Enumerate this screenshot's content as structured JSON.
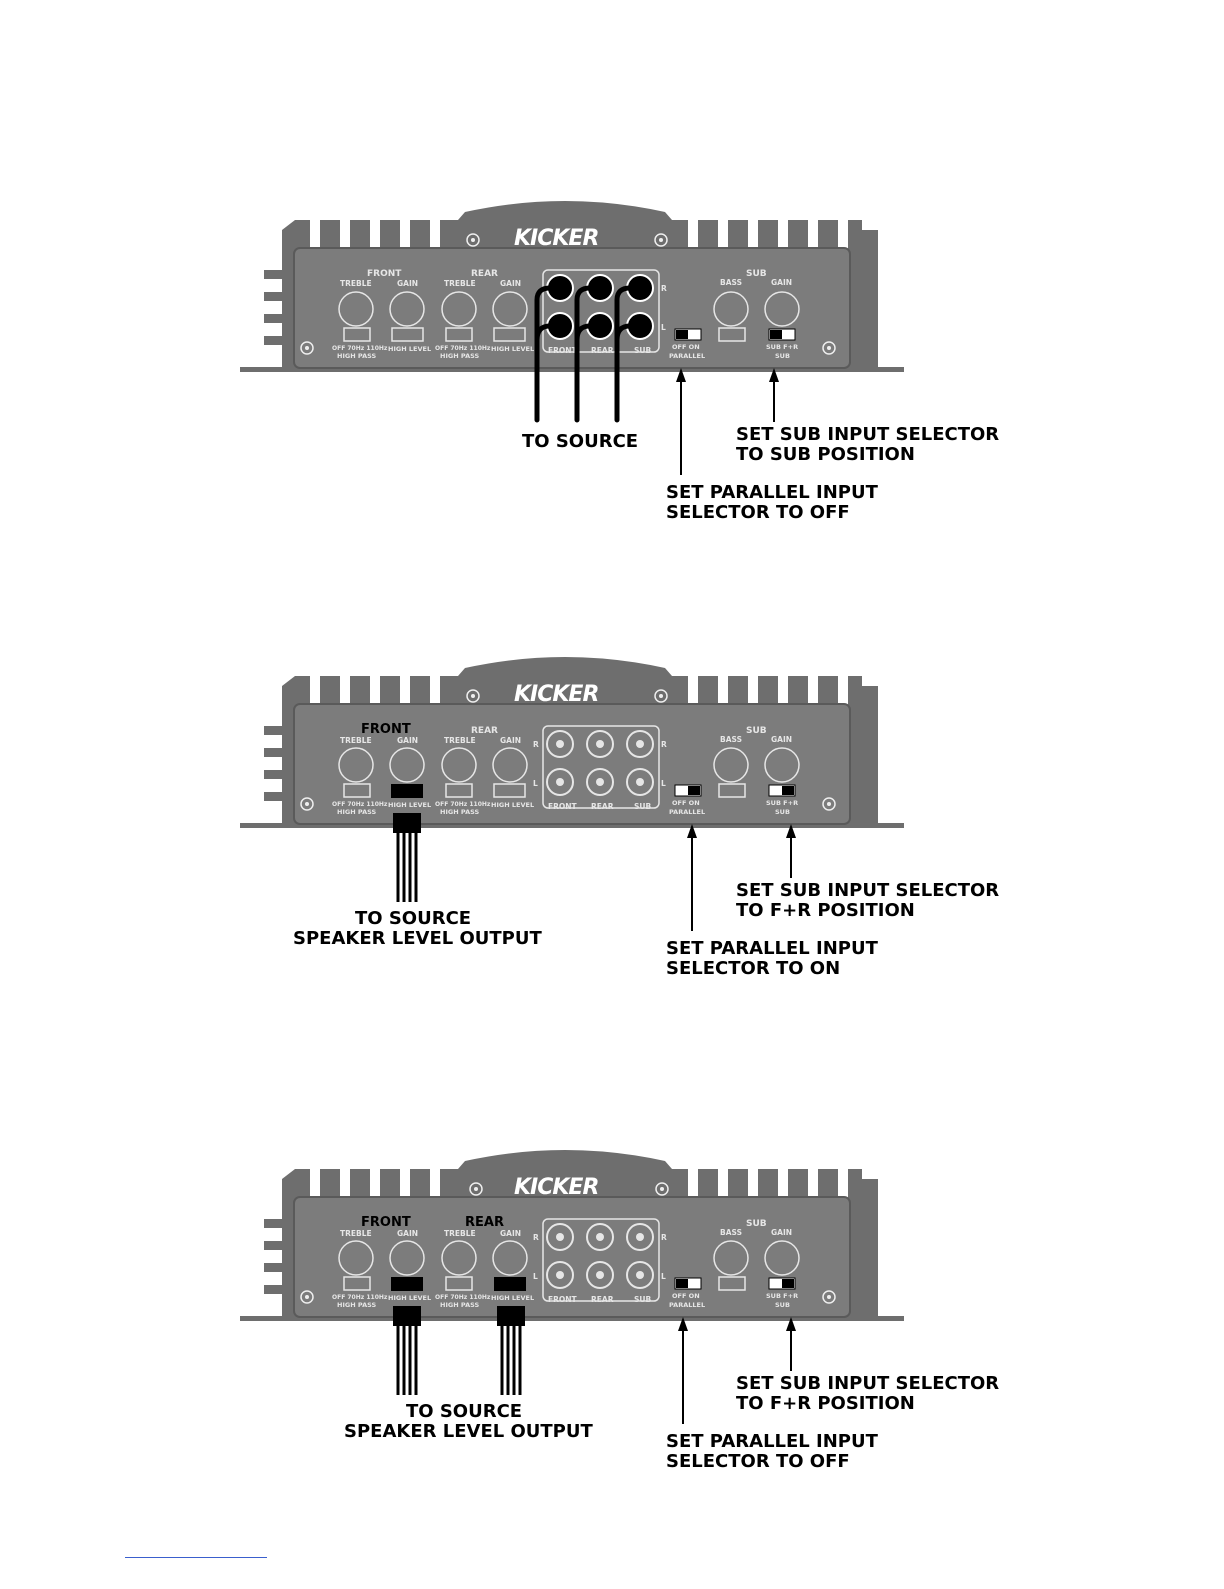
{
  "brand": "KICKER",
  "panel": {
    "front": "FRONT",
    "rear": "REAR",
    "sub": "SUB",
    "treble": "TREBLE",
    "gain": "GAIN",
    "bass": "BASS",
    "hp_freqs": "OFF 70Hz 110Hz",
    "high_pass": "HIGH PASS",
    "high_level": "HIGH LEVEL",
    "rca_front": "FRONT",
    "rca_rear": "REAR",
    "rca_sub": "SUB",
    "right": "R",
    "left": "L",
    "off_on": "OFF    ON",
    "parallel": "PARALLEL",
    "sub_fr": "SUB  F+R",
    "sub_small": "SUB"
  },
  "diagrams": [
    {
      "source_label_1": "TO SOURCE",
      "source_label_2": "",
      "sub_selector_1": "SET SUB INPUT SELECTOR",
      "sub_selector_2": "TO SUB POSITION",
      "parallel_1": "SET PARALLEL INPUT",
      "parallel_2": "SELECTOR TO OFF"
    },
    {
      "source_label_1": "TO SOURCE",
      "source_label_2": "SPEAKER LEVEL OUTPUT",
      "sub_selector_1": "SET SUB INPUT SELECTOR",
      "sub_selector_2": "TO F+R POSITION",
      "parallel_1": "SET PARALLEL INPUT",
      "parallel_2": "SELECTOR TO ON"
    },
    {
      "source_label_1": "TO SOURCE",
      "source_label_2": "SPEAKER LEVEL OUTPUT",
      "sub_selector_1": "SET SUB INPUT SELECTOR",
      "sub_selector_2": "TO F+R POSITION",
      "parallel_1": "SET PARALLEL INPUT",
      "parallel_2": "SELECTOR TO OFF"
    }
  ]
}
